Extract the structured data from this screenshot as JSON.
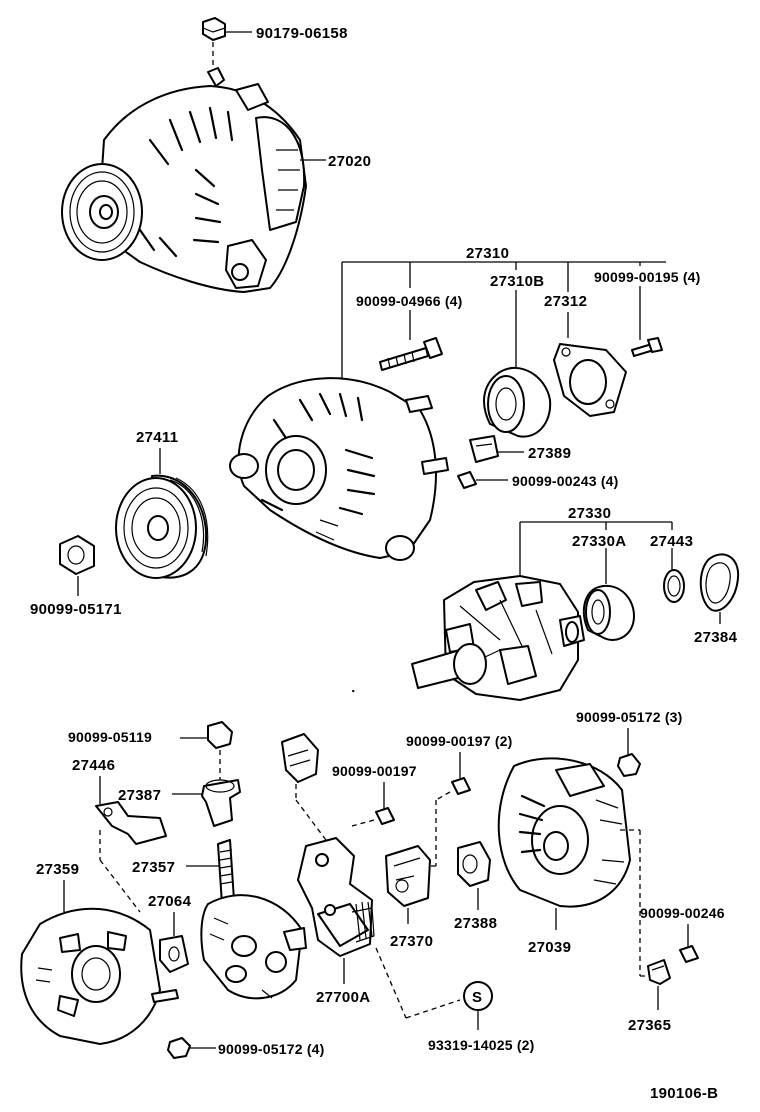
{
  "labels": {
    "bolt_top": "90179-06158",
    "alternator": "27020",
    "frame_assy": "27310",
    "bolt_04966": "90099-04966 (4)",
    "bearing_27310b": "27310B",
    "plate_27312": "27312",
    "screw_00195": "90099-00195 (4)",
    "retainer_27389": "27389",
    "screw_00243": "90099-00243 (4)",
    "pulley": "27411",
    "nut_05171": "90099-05171",
    "rotor_assy": "27330",
    "bearing_27330a": "27330A",
    "washer_27443": "27443",
    "cover_27384": "27384",
    "nut_05119": "90099-05119",
    "terminal_27446": "27446",
    "insulator_27387": "27387",
    "screw_00197_qty": "90099-00197 (2)",
    "nut_05172_qty3": "90099-05172 (3)",
    "screw_00197": "90099-00197",
    "rear_cover": "27359",
    "rectifier": "27357",
    "gasket": "27064",
    "brush_holder": "27370",
    "brush_cover": "27388",
    "drive_frame": "27039",
    "screw_00246": "90099-00246",
    "regulator": "27700A",
    "terminal_27365": "27365",
    "nut_05172_qty4": "90099-05172 (4)",
    "insulator_93319": "93319-14025 (2)",
    "s_mark": "S",
    "diagram_code": "190106-B"
  }
}
